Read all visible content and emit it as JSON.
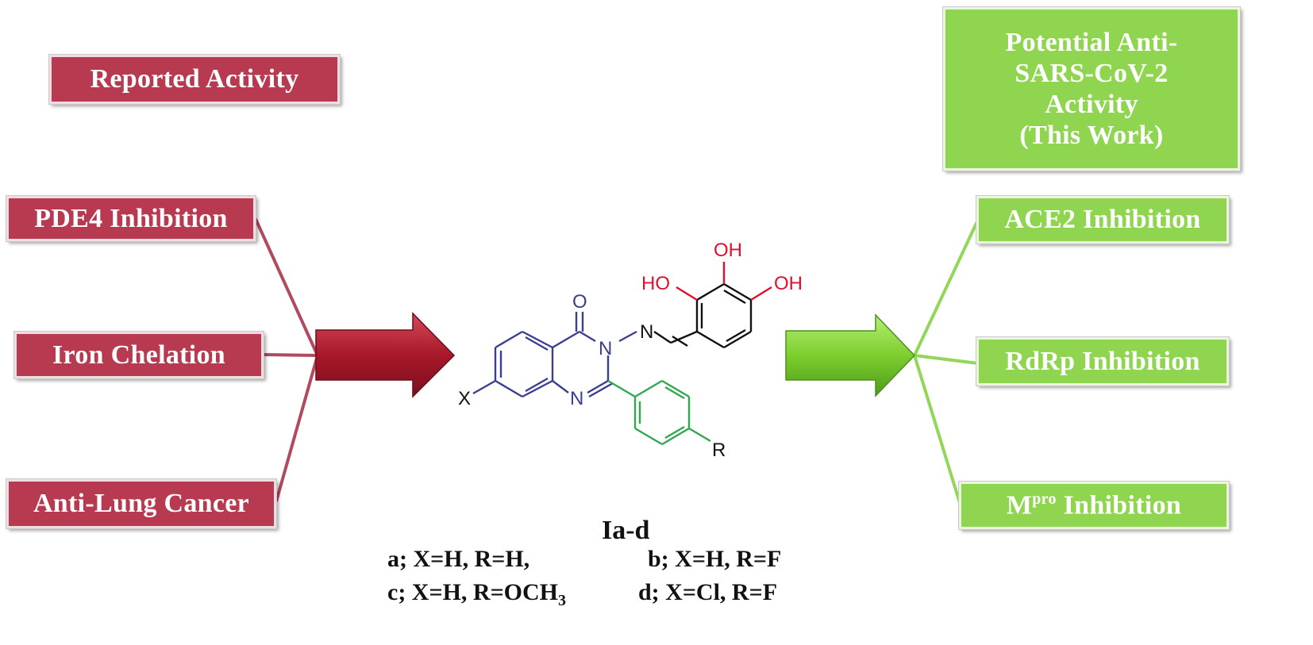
{
  "left": {
    "header": "Reported Activity",
    "items": [
      "PDE4 Inhibition",
      "Iron Chelation",
      "Anti-Lung Cancer"
    ]
  },
  "right": {
    "header": [
      "Potential Anti-",
      "SARS-CoV-2",
      "Activity",
      "(This Work)"
    ],
    "items": [
      {
        "main": "ACE2 Inhibition"
      },
      {
        "main": "RdRp Inhibition"
      },
      {
        "prefix": "M",
        "sup": "pro",
        "main": " Inhibition"
      }
    ]
  },
  "molecule": {
    "atoms": {
      "o": "O",
      "n3": "N",
      "n_imine": "N",
      "n1": "N",
      "x": "X",
      "r": "R",
      "oh1": "OH",
      "oh2": "HO",
      "oh3": "OH"
    }
  },
  "compound": {
    "name": "Ia-d",
    "variants": {
      "a": "a; X=H, R=H,",
      "b": "b; X=H, R=F",
      "c_prefix": "c;  X=H, R=OCH",
      "c_sub": "3",
      "d": "d; X=Cl, R=F"
    }
  },
  "colors": {
    "left_box": "#b83a51",
    "right_box": "#8fd54f",
    "left_connector": "#b24a5f",
    "right_connector": "#92d65a",
    "quinazolinone": "#3a3f8f",
    "phenyl": "#2fa84f",
    "hydroxyl": "#e0102e"
  }
}
